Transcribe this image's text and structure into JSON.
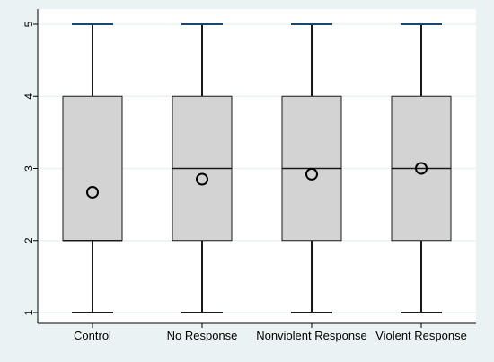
{
  "chart_data": {
    "type": "box",
    "categories": [
      "Control",
      "No Response",
      "Nonviolent Response",
      "Violent Response"
    ],
    "boxes": [
      {
        "whisker_low": 1,
        "q1": 2,
        "median": 2,
        "q3": 4,
        "whisker_high": 5,
        "mean": 2.67
      },
      {
        "whisker_low": 1,
        "q1": 2,
        "median": 3,
        "q3": 4,
        "whisker_high": 5,
        "mean": 2.85
      },
      {
        "whisker_low": 1,
        "q1": 2,
        "median": 3,
        "q3": 4,
        "whisker_high": 5,
        "mean": 2.92
      },
      {
        "whisker_low": 1,
        "q1": 2,
        "median": 3,
        "q3": 4,
        "whisker_high": 5,
        "mean": 3.0
      }
    ],
    "yticks": [
      "1",
      "2",
      "3",
      "4",
      "5"
    ],
    "ylim": [
      1,
      5
    ],
    "title": "",
    "xlabel": "",
    "ylabel": "",
    "grid": true,
    "colors": {
      "outer_background": "#eaf2f3",
      "plot_background": "#ffffff",
      "grid": "#eaf2f3",
      "box_fill": "#d3d3d3",
      "box_stroke": "#1a1a1a",
      "whisker_cap": "#1a476f",
      "mean_marker": "#000000"
    }
  }
}
